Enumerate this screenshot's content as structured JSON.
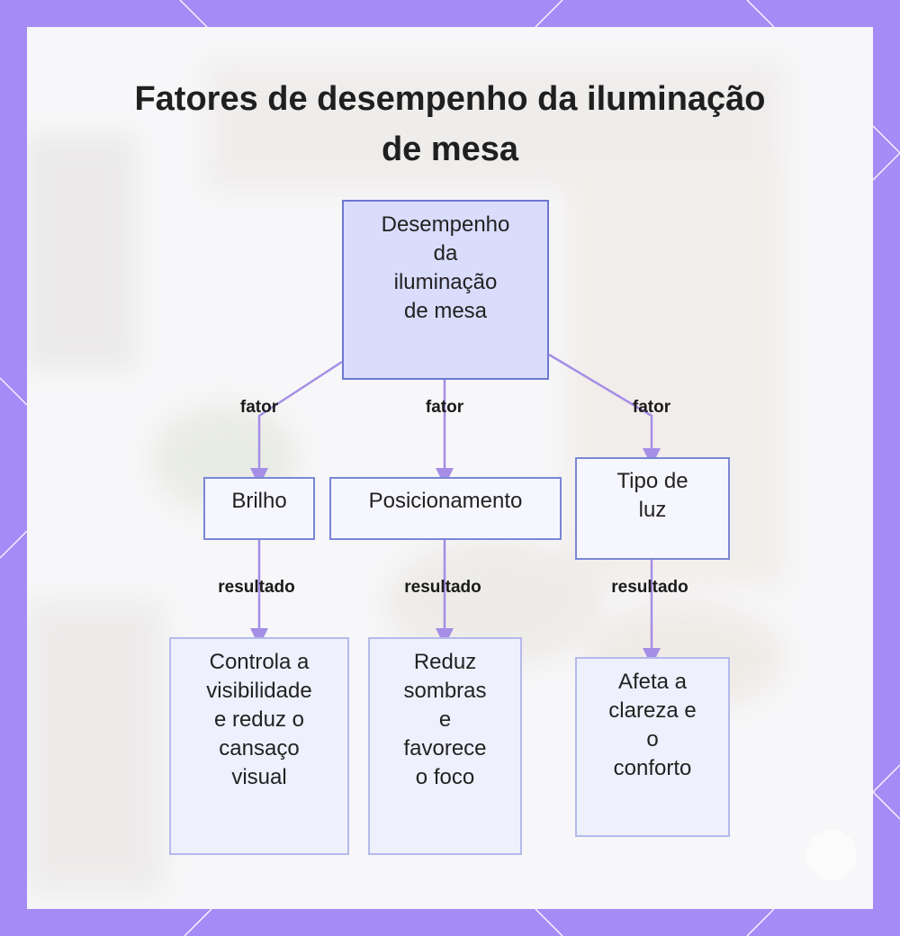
{
  "colors": {
    "frame": "#a48bf6",
    "canvas": "#f7f6f8",
    "root_fill": "#d9dcfb",
    "node_border": "#7a86d6",
    "edge": "#a58ee6"
  },
  "diagram": {
    "title": "Fatores de desempenho da iluminação\nde mesa",
    "root": {
      "label": "Desempenho\nda\niluminação\nde mesa"
    },
    "factors": [
      {
        "label": "Brilho",
        "edge_label": "fator",
        "result_edge_label": "resultado",
        "result": "Controla a\nvisibilidade\ne reduz o\ncansaço\nvisual"
      },
      {
        "label": "Posicionamento",
        "edge_label": "fator",
        "result_edge_label": "resultado",
        "result": "Reduz\nsombras\ne\nfavorece\no foco"
      },
      {
        "label": "Tipo de\nluz",
        "edge_label": "fator",
        "result_edge_label": "resultado",
        "result": "Afeta a\nclareza e\no\nconforto"
      }
    ]
  }
}
